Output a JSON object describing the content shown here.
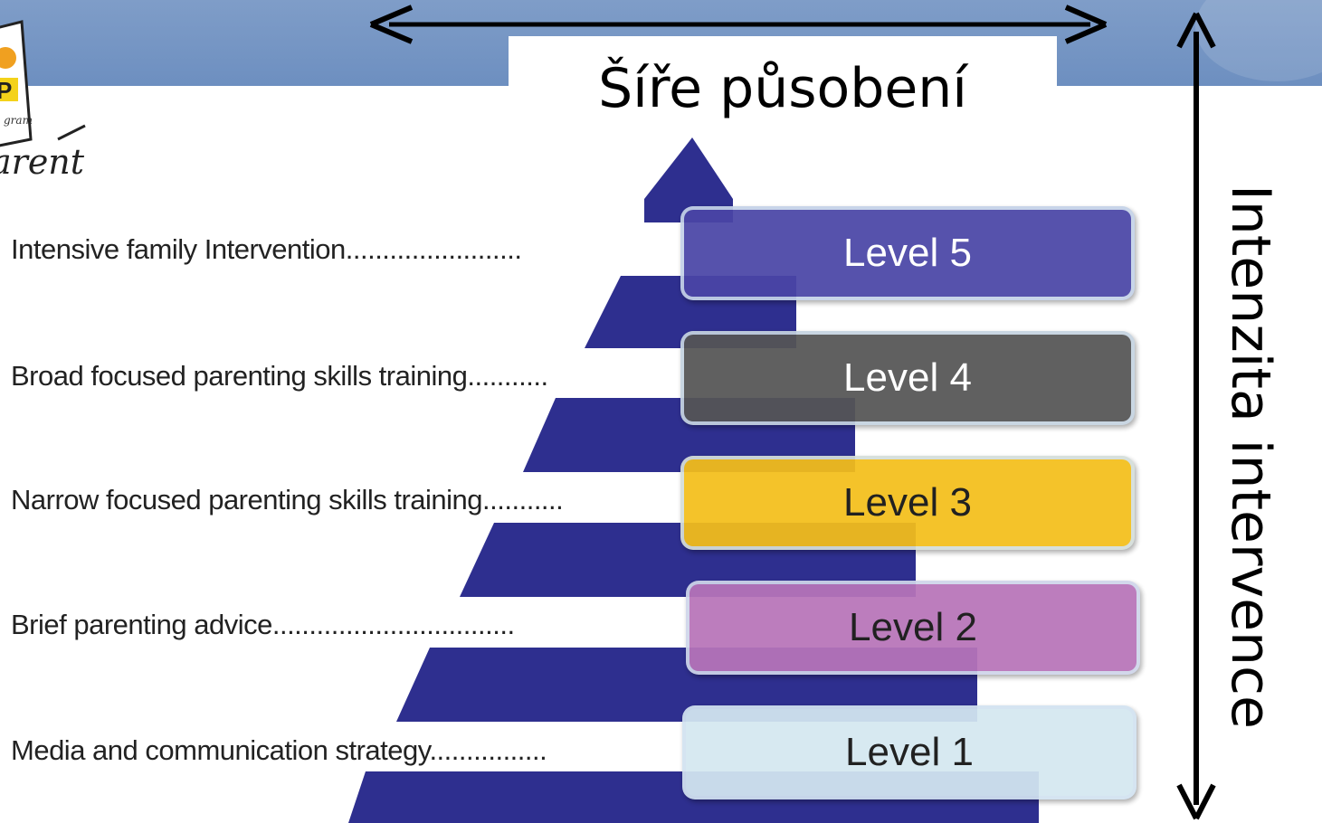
{
  "title": "Šíře působení",
  "side_label": "Intenzita intervence",
  "levels": [
    {
      "description": "Intensive family Intervention........................",
      "level": "Level 5",
      "color": "#4a45a6",
      "text_color": "#ffffff"
    },
    {
      "description": "Broad focused parenting skills training...........",
      "level": "Level 4",
      "color": "#555555",
      "text_color": "#ffffff"
    },
    {
      "description": "Narrow focused parenting skills training...........",
      "level": "Level 3",
      "color": "#f4bf1a",
      "text_color": "#111111"
    },
    {
      "description": "Brief parenting advice.................................",
      "level": "Level 2",
      "color": "#b774b9",
      "text_color": "#111111"
    },
    {
      "description": "Media and communication strategy................",
      "level": "Level 1",
      "color": "#d4e8f1",
      "text_color": "#111111"
    }
  ],
  "colors": {
    "banner": "#7596c4",
    "pyramid": "#2e2f8f",
    "arrow": "#000000"
  },
  "logo": {
    "icon": "triple-p-logo-icon",
    "text": "arent"
  }
}
